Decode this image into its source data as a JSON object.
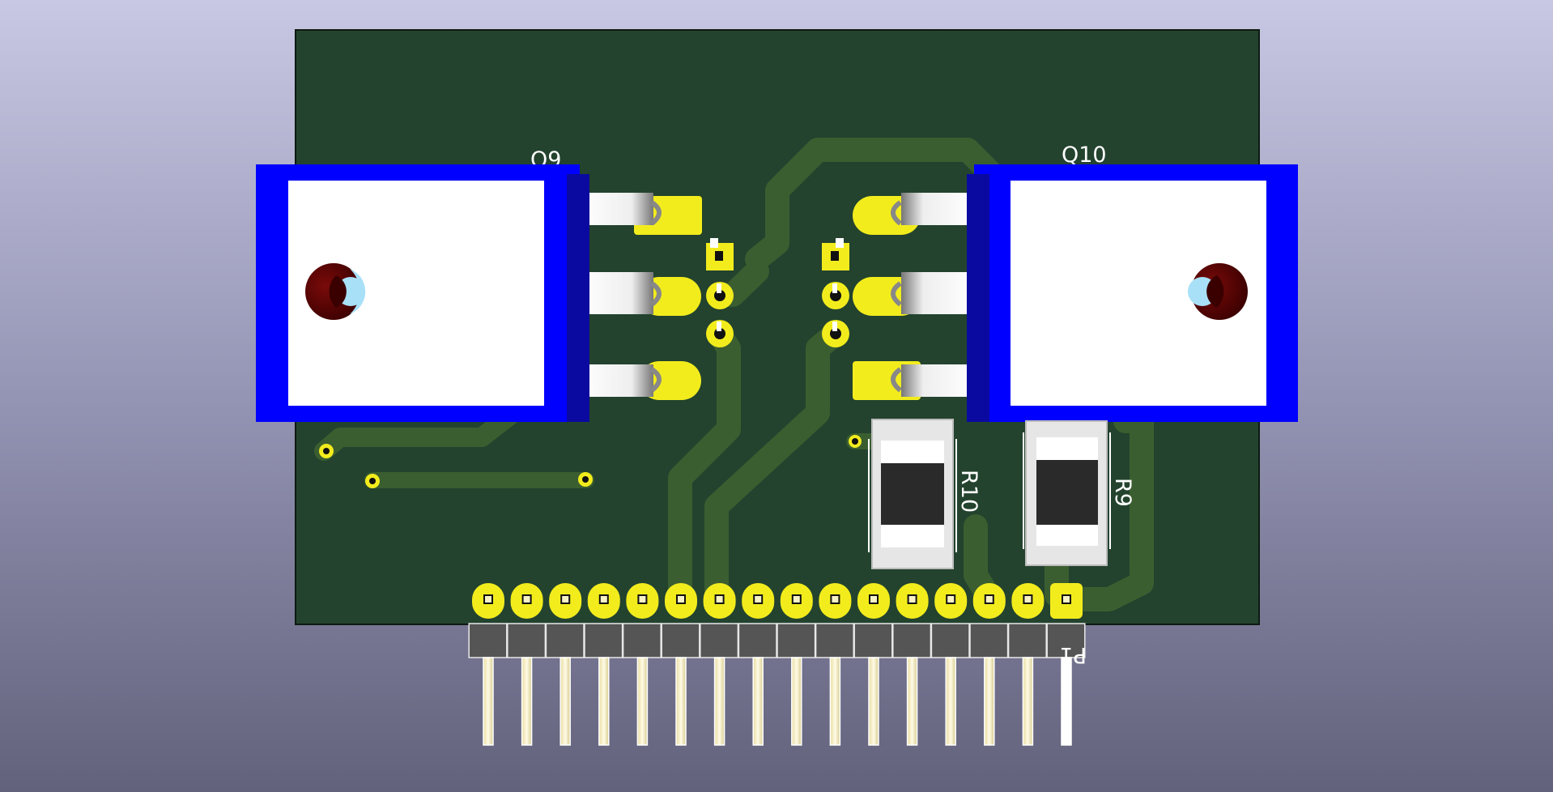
{
  "board": {
    "colors": {
      "soldermask": "#23432e",
      "copper_trace": "#3b5e30",
      "pad": "#f2ec1d",
      "package_blue": "#0000ff",
      "tab_white": "#ffffff",
      "resistor_body": "#2a2a2a",
      "header_plastic": "#555555",
      "header_pin": "#f7f1c6"
    },
    "components": {
      "q9": {
        "reference": "Q9",
        "icon": "to-263-package-icon"
      },
      "q10": {
        "reference": "Q10",
        "icon": "to-263-package-icon"
      },
      "r10": {
        "reference": "R10",
        "icon": "smd-resistor-icon"
      },
      "r9": {
        "reference": "R9",
        "icon": "smd-resistor-icon"
      },
      "connector": {
        "reference": "P1",
        "icon": "pin-header-icon",
        "pin_count": 16
      }
    }
  }
}
